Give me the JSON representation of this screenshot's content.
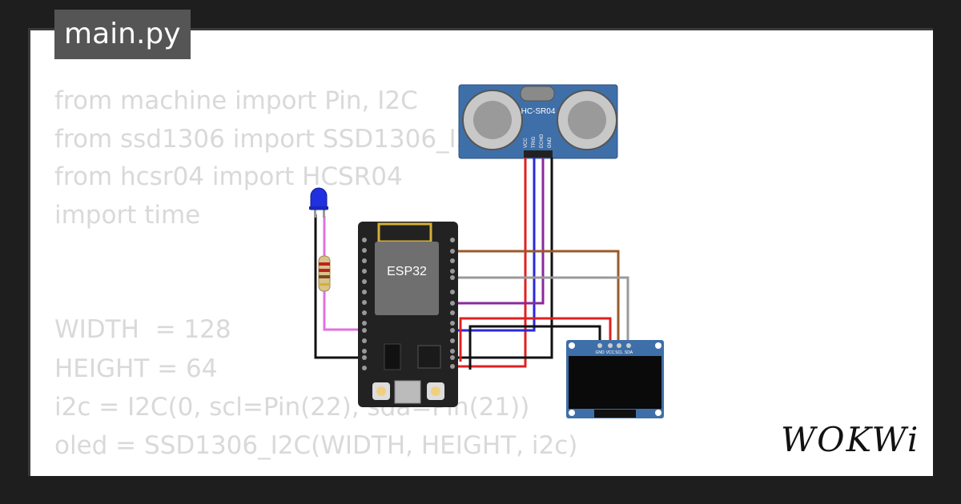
{
  "file_tab": "main.py",
  "code_lines": [
    "from machine import Pin, I2C",
    "from ssd1306 import SSD1306_I2C",
    "from hcsr04 import HCSR04",
    "import time",
    "WIDTH  = 128",
    "HEIGHT = 64",
    "i2c = I2C(0, scl=Pin(22), sda=Pin(21))",
    "oled = SSD1306_I2C(WIDTH, HEIGHT, i2c)"
  ],
  "components": {
    "esp32_label": "ESP32",
    "sensor_label": "HC-SR04",
    "sensor_pins": [
      "VCC",
      "TRIG",
      "ECHO",
      "GND"
    ],
    "oled_pins": [
      "GND",
      "VCC",
      "SCL",
      "SDA"
    ]
  },
  "brand": "WOKWi",
  "colors": {
    "wire_red": "#e02020",
    "wire_blue": "#2a2ad8",
    "wire_purple": "#8a2a9a",
    "wire_brown": "#9a5a2a",
    "wire_gray": "#9a9a9a",
    "wire_black": "#111111",
    "wire_pink": "#e070e0",
    "board_blue": "#3f6fa8"
  }
}
